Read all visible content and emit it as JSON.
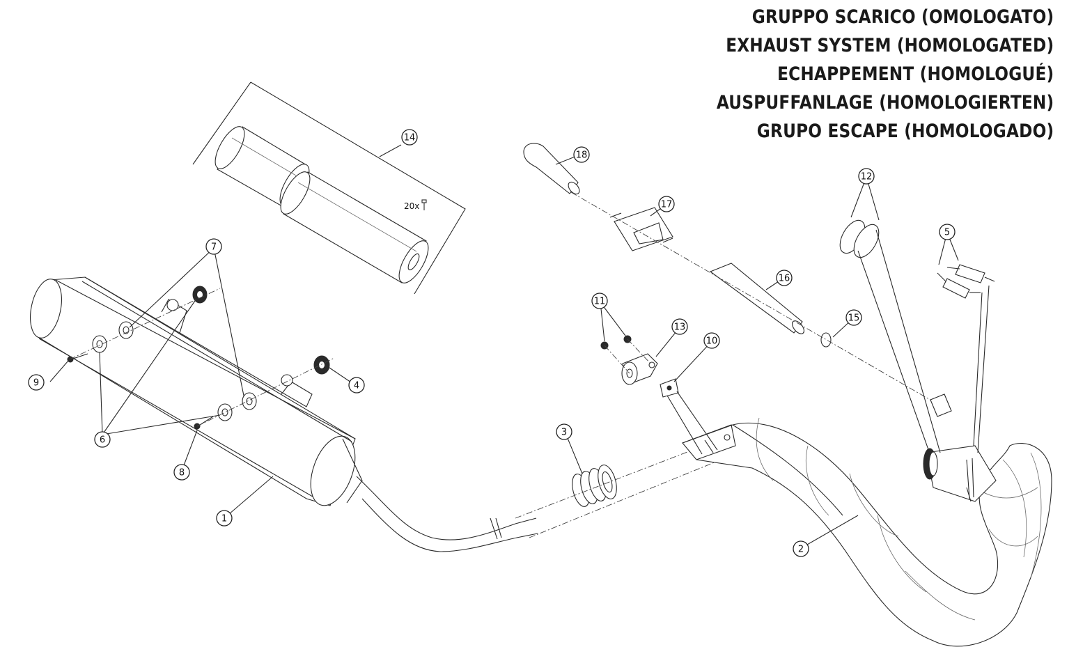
{
  "titles": [
    "GRUPPO SCARICO (OMOLOGATO)",
    "EXHAUST SYSTEM (HOMOLOGATED)",
    "ECHAPPEMENT (HOMOLOGUÉ)",
    "AUSPUFFANLAGE (HOMOLOGIERTEN)",
    "GRUPO ESCAPE (HOMOLOGADO)"
  ],
  "callouts": {
    "c1": "1",
    "c2": "2",
    "c3": "3",
    "c4": "4",
    "c5": "5",
    "c6": "6",
    "c7": "7",
    "c8": "8",
    "c9": "9",
    "c10": "10",
    "c11": "11",
    "c12": "12",
    "c13": "13",
    "c14": "14",
    "c15": "15",
    "c16": "16",
    "c17": "17",
    "c18": "18"
  },
  "screw_qty": "20x"
}
